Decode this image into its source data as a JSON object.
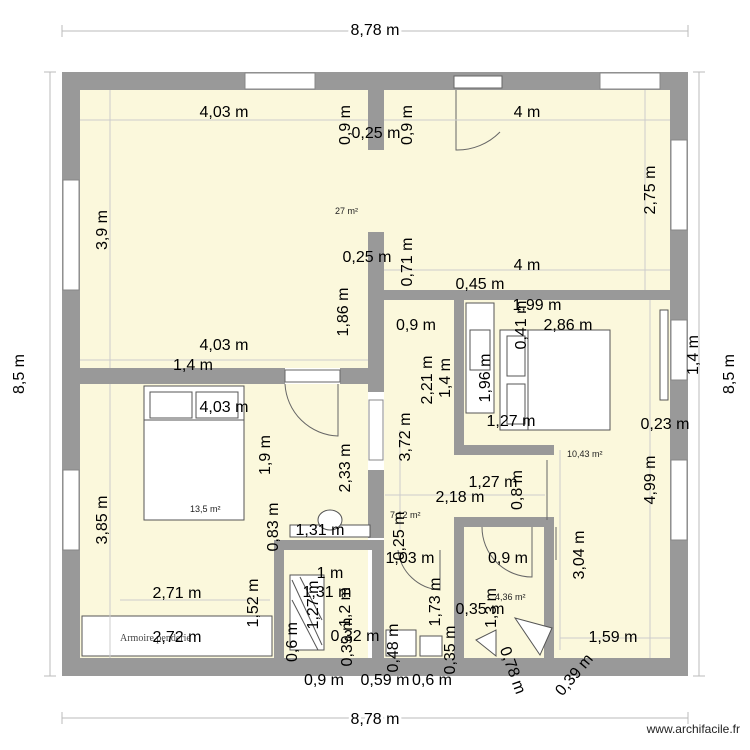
{
  "plan": {
    "overall": {
      "top": "8,78 m",
      "bottom": "8,78 m",
      "left": "8,5 m",
      "right": "8,5 m"
    },
    "rooms": [
      {
        "id": "living",
        "area": "27 m²"
      },
      {
        "id": "bedroom_left",
        "area": "13,5 m²"
      },
      {
        "id": "bedroom_right",
        "area": "10,43 m²"
      },
      {
        "id": "hallway",
        "area": "7,12 m²"
      },
      {
        "id": "bathroom",
        "area": "4,36 m²"
      }
    ],
    "furniture": {
      "wardrobe_label": "Armoire penderie"
    },
    "dims": [
      "4,03 m",
      "0,9 m",
      "0,25 m",
      "0,9 m",
      "4 m",
      "3,9 m",
      "2,75 m",
      "0,25 m",
      "0,71 m",
      "4 m",
      "0,45 m",
      "1,99 m",
      "1,86 m",
      "0,9 m",
      "0,41 m",
      "2,86 m",
      "1,4 m",
      "4,03 m",
      "1,4 m",
      "2,21 m",
      "1,4 m",
      "1,96 m",
      "4,03 m",
      "1,27 m",
      "0,23 m",
      "1,9 m",
      "2,33 m",
      "3,72 m",
      "1,27 m",
      "0,8 m",
      "2,18 m",
      "3,85 m",
      "4,99 m",
      "0,83 m",
      "1,31 m",
      "0,25 m",
      "1,03 m",
      "0,9 m",
      "1 m",
      "3,04 m",
      "2,71 m",
      "1,31 m",
      "0,35 m",
      "1,52 m",
      "1,27 m",
      "1,2 m",
      "1,73 m",
      "1,3 m",
      "2,72 m",
      "0,32 m",
      "0,35 m",
      "1,59 m",
      "0,6 m",
      "0,39 m",
      "0,48 m",
      "0,78 m",
      "0,39 m",
      "0,9 m",
      "0,59 m",
      "0,6 m",
      "8,78 m"
    ],
    "watermark": "www.archifacile.fr"
  }
}
